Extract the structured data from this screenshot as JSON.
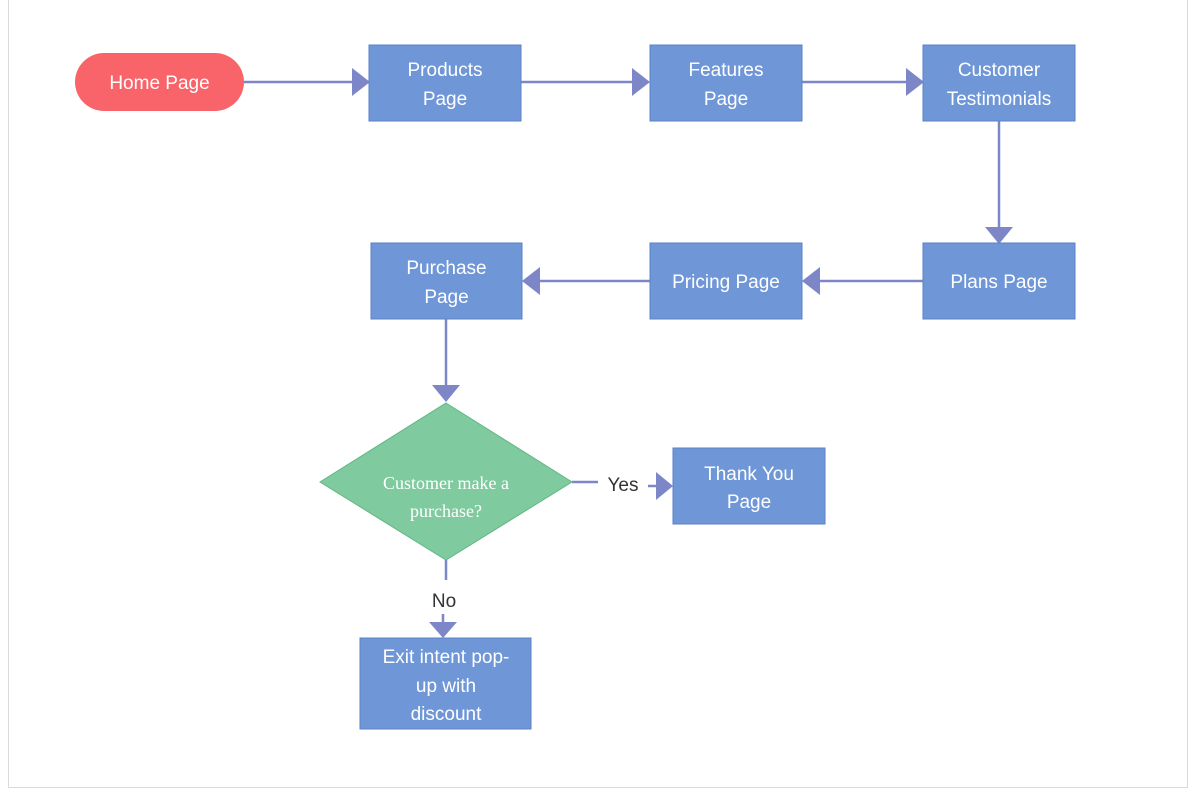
{
  "colors": {
    "terminal": "#f9646a",
    "process": "#6f96d6",
    "process_border": "#5a82c8",
    "decision": "#7fca9f",
    "decision_border": "#63b884",
    "connector": "#7d87c7",
    "label": "#333333"
  },
  "nodes": {
    "home": {
      "line1": "Home Page"
    },
    "products": {
      "line1": "Products",
      "line2": "Page"
    },
    "features": {
      "line1": "Features",
      "line2": "Page"
    },
    "testimonials": {
      "line1": "Customer",
      "line2": "Testimonials"
    },
    "plans": {
      "line1": "Plans Page"
    },
    "pricing": {
      "line1": "Pricing Page"
    },
    "purchase": {
      "line1": "Purchase",
      "line2": "Page"
    },
    "decision": {
      "line1": "Customer make  a",
      "line2": "purchase?"
    },
    "thankyou": {
      "line1": "Thank You",
      "line2": "Page"
    },
    "exit": {
      "line1": "Exit intent pop-",
      "line2": "up with",
      "line3": "discount"
    }
  },
  "edge_labels": {
    "yes": "Yes",
    "no": "No"
  }
}
